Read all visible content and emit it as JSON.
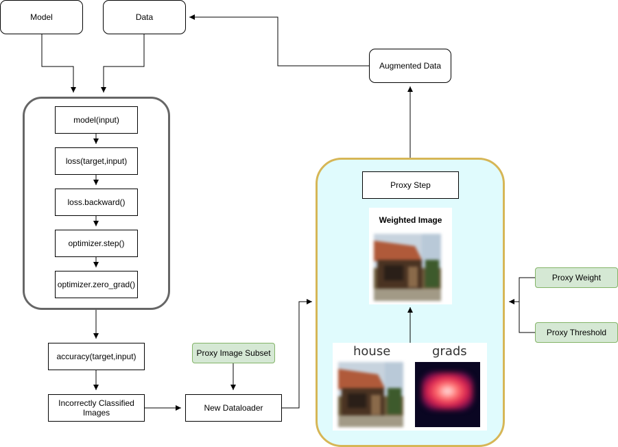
{
  "nodes": {
    "model": "Model",
    "data": "Data",
    "augmented": "Augmented Data",
    "model_input": "model(input)",
    "loss": "loss(target,input)",
    "backward": "loss.backward()",
    "opt_step": "optimizer.step()",
    "zero_grad": "optimizer.zero_grad()",
    "accuracy": "accuracy(target,input)",
    "incorrect": "Incorrectly Classified Images",
    "proxy_subset": "Proxy Image Subset",
    "new_loader": "New Dataloader",
    "proxy_step": "Proxy Step",
    "weighted_title": "Weighted Image",
    "house_label": "house",
    "grads_label": "grads",
    "proxy_weight": "Proxy Weight",
    "proxy_threshold": "Proxy Threshold"
  },
  "colors": {
    "training_loop_border": "#666666",
    "proxy_container_fill": "#e0fbfd",
    "proxy_container_border": "#d6b656",
    "green_fill": "#d5e8d4",
    "green_border": "#82b366"
  }
}
